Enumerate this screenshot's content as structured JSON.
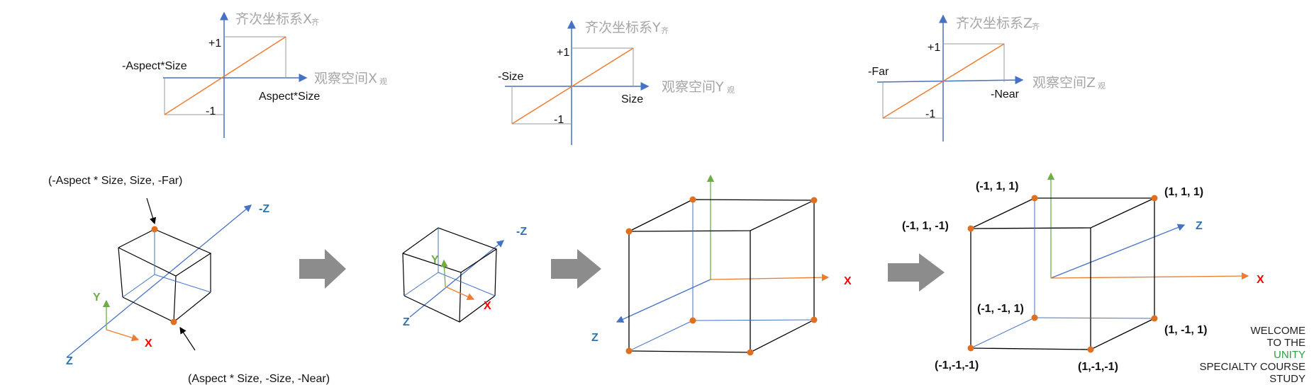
{
  "graphs": {
    "x": {
      "title": "齐次坐标系X",
      "title_sub": "齐",
      "axis": "观察空间X",
      "axis_sub": "观",
      "plus_one": "+1",
      "minus_one": "-1",
      "left": "-Aspect*Size",
      "right": "Aspect*Size"
    },
    "y": {
      "title": "齐次坐标系Y",
      "title_sub": "齐",
      "axis": "观察空间Y",
      "axis_sub": "观",
      "plus_one": "+1",
      "minus_one": "-1",
      "left": "-Size",
      "right": "Size"
    },
    "z": {
      "title": "齐次坐标系Z",
      "title_sub": "齐",
      "axis": "观察空间Z",
      "axis_sub": "观",
      "plus_one": "+1",
      "minus_one": "-1",
      "left": "-Far",
      "right": "-Near"
    }
  },
  "frustum": {
    "top_label": "(-Aspect * Size, Size,  -Far)",
    "bottom_label": "(Aspect * Size, -Size,  -Near)",
    "axis_z": "-Z",
    "axis_y": "Y",
    "axis_x": "X",
    "axis_z_bottom": "Z"
  },
  "small_box": {
    "axis_z": "-Z",
    "axis_y": "Y",
    "axis_x": "X",
    "axis_z_bottom": "Z"
  },
  "big_box": {
    "axis_x": "X",
    "axis_z": "Z"
  },
  "cube": {
    "axis_z": "Z",
    "axis_x": "X",
    "corners": {
      "back_top_left": "(-1, 1, 1)",
      "back_top_right": "(1, 1, 1)",
      "front_top_left": "(-1, 1, -1)",
      "back_bottom_left": "(-1, -1, 1)",
      "back_bottom_right": "(1, -1, 1)",
      "front_bottom_left": "(-1,-1,-1)",
      "front_bottom_right": "(1,-1,-1)"
    }
  },
  "watermark": {
    "line1": "WELCOME",
    "line2": "TO THE",
    "line3": "UNITY",
    "line4": "SPECIALTY COURSE",
    "line5": "STUDY"
  },
  "colors": {
    "axis_blue": "#4472c4",
    "orange": "#ed7d31",
    "green": "#70ad47",
    "red": "#ff0000",
    "arrow_gray": "#8c8c8c",
    "vertex": "#e07020"
  }
}
